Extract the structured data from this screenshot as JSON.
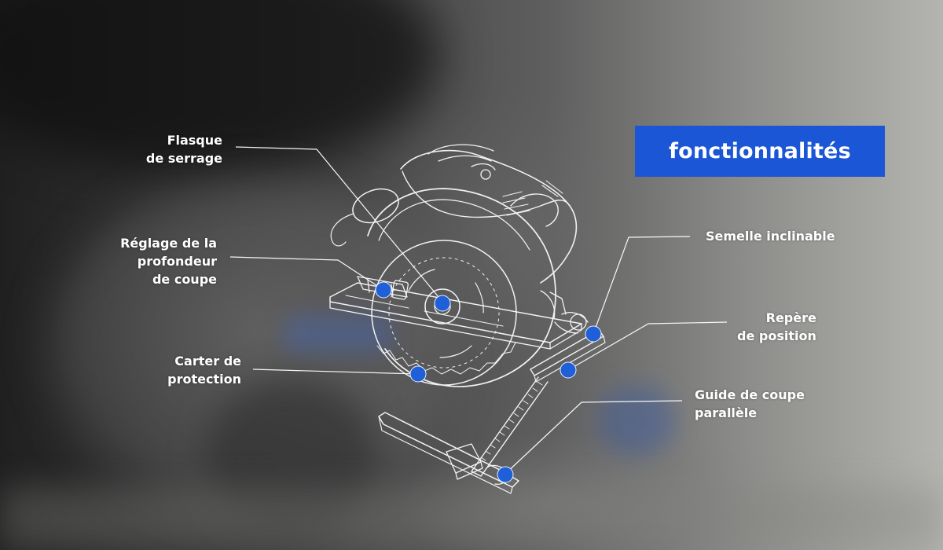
{
  "badge": {
    "text": "fonctionnalités"
  },
  "labels": {
    "flasque": [
      "Flasque",
      "de serrage"
    ],
    "reglage": [
      "Réglage de la",
      "profondeur",
      "de coupe"
    ],
    "carter": [
      "Carter de",
      "protection"
    ],
    "semelle": [
      "Semelle inclinable"
    ],
    "repere": [
      "Repère",
      "de position"
    ],
    "guide": [
      "Guide de coupe",
      "parallèle"
    ]
  },
  "colors": {
    "accent": "#1a56d6",
    "dot": "#1f5fd8",
    "line": "#ffffff"
  }
}
